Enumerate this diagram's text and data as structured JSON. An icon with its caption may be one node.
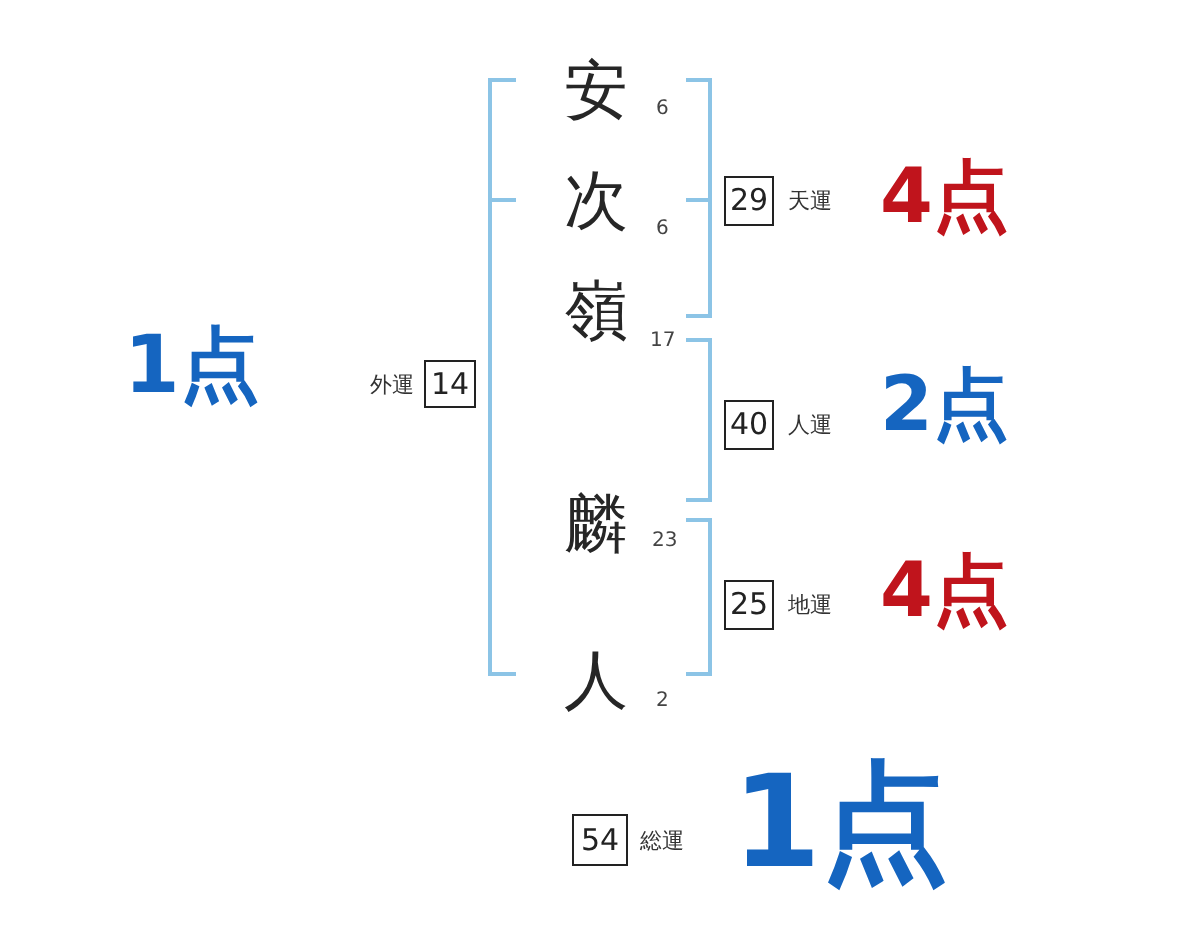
{
  "diagram": {
    "nodes": [
      {
        "text": [
          "29"
        ],
        "beside": [
          "天運"
        ]
      },
      {
        "text": [
          "14"
        ],
        "beside": [
          "外運"
        ]
      },
      {
        "text": [
          "40"
        ],
        "beside": [
          "人運"
        ]
      },
      {
        "text": [
          "25"
        ],
        "beside": [
          "地運"
        ]
      },
      {
        "text": [
          "54"
        ],
        "beside": [
          "総運"
        ]
      }
    ],
    "labels": [
      "安",
      "6",
      "次",
      "6",
      "4点",
      "1点",
      "嶺",
      "17",
      "2点",
      "麟",
      "23",
      "4点",
      "人",
      "2",
      "1点"
    ]
  }
}
